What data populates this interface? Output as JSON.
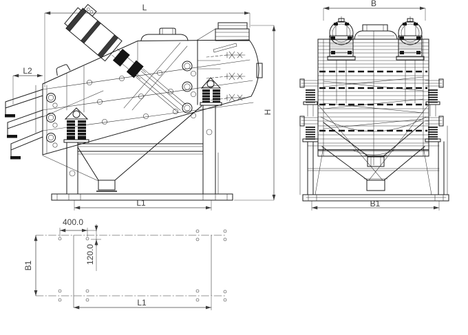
{
  "drawing": {
    "colors": {
      "background": "#ffffff",
      "line": "#1b1b1b",
      "dimension": "#3f3f3f"
    },
    "side_view": {
      "dim_overall_length": "L",
      "dim_discharge_overhang": "L2",
      "dim_overall_height": "H",
      "dim_base_length": "L1"
    },
    "front_view": {
      "dim_overall_width": "B",
      "dim_base_width": "B1"
    },
    "plan_view": {
      "dim_anchor_spacing_x": "400.0",
      "dim_anchor_spacing_y": "120.0",
      "dim_base_width": "B1",
      "dim_base_length": "L1"
    }
  }
}
